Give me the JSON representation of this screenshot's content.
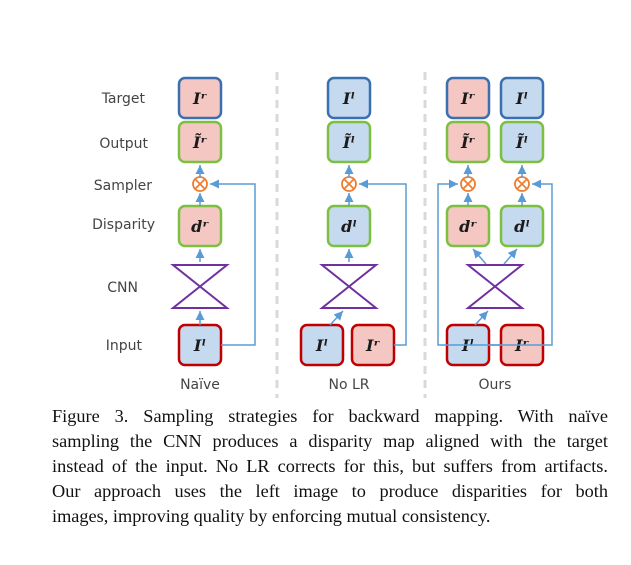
{
  "figure": {
    "row_labels": {
      "target": "Target",
      "output": "Output",
      "sampler": "Sampler",
      "disparity": "Disparity",
      "cnn": "CNN",
      "input": "Input"
    },
    "panels": {
      "naive": {
        "title": "Naïve"
      },
      "nolr": {
        "title": "No LR"
      },
      "ours": {
        "title": "Ours"
      }
    },
    "math": {
      "I_r": "Iʳ",
      "I_l": "Iˡ",
      "Itilde_r": "Ĩʳ",
      "Itilde_l": "Ĩˡ",
      "d_r": "dʳ",
      "d_l": "dˡ"
    },
    "colors": {
      "pink_fill": "#f4c7c3",
      "blue_fill": "#c5d9ef",
      "red_border": "#c00000",
      "blue_border": "#3a6fb0",
      "green_border": "#7bc041",
      "arrow": "#5b9bd5",
      "sampler": "#ed7d31",
      "cnn": "#7030a0",
      "separator": "#d9d9d9"
    }
  },
  "caption": {
    "lines": [
      "Figure 3. Sampling strategies for backward mapping.  With naïve",
      "sampling the CNN produces a disparity map aligned with the target",
      "instead of the input. No LR corrects for this, but suffers from artifacts.",
      "Our approach uses the left image to produce disparities for both",
      "images, improving quality by enforcing mutual consistency."
    ]
  }
}
